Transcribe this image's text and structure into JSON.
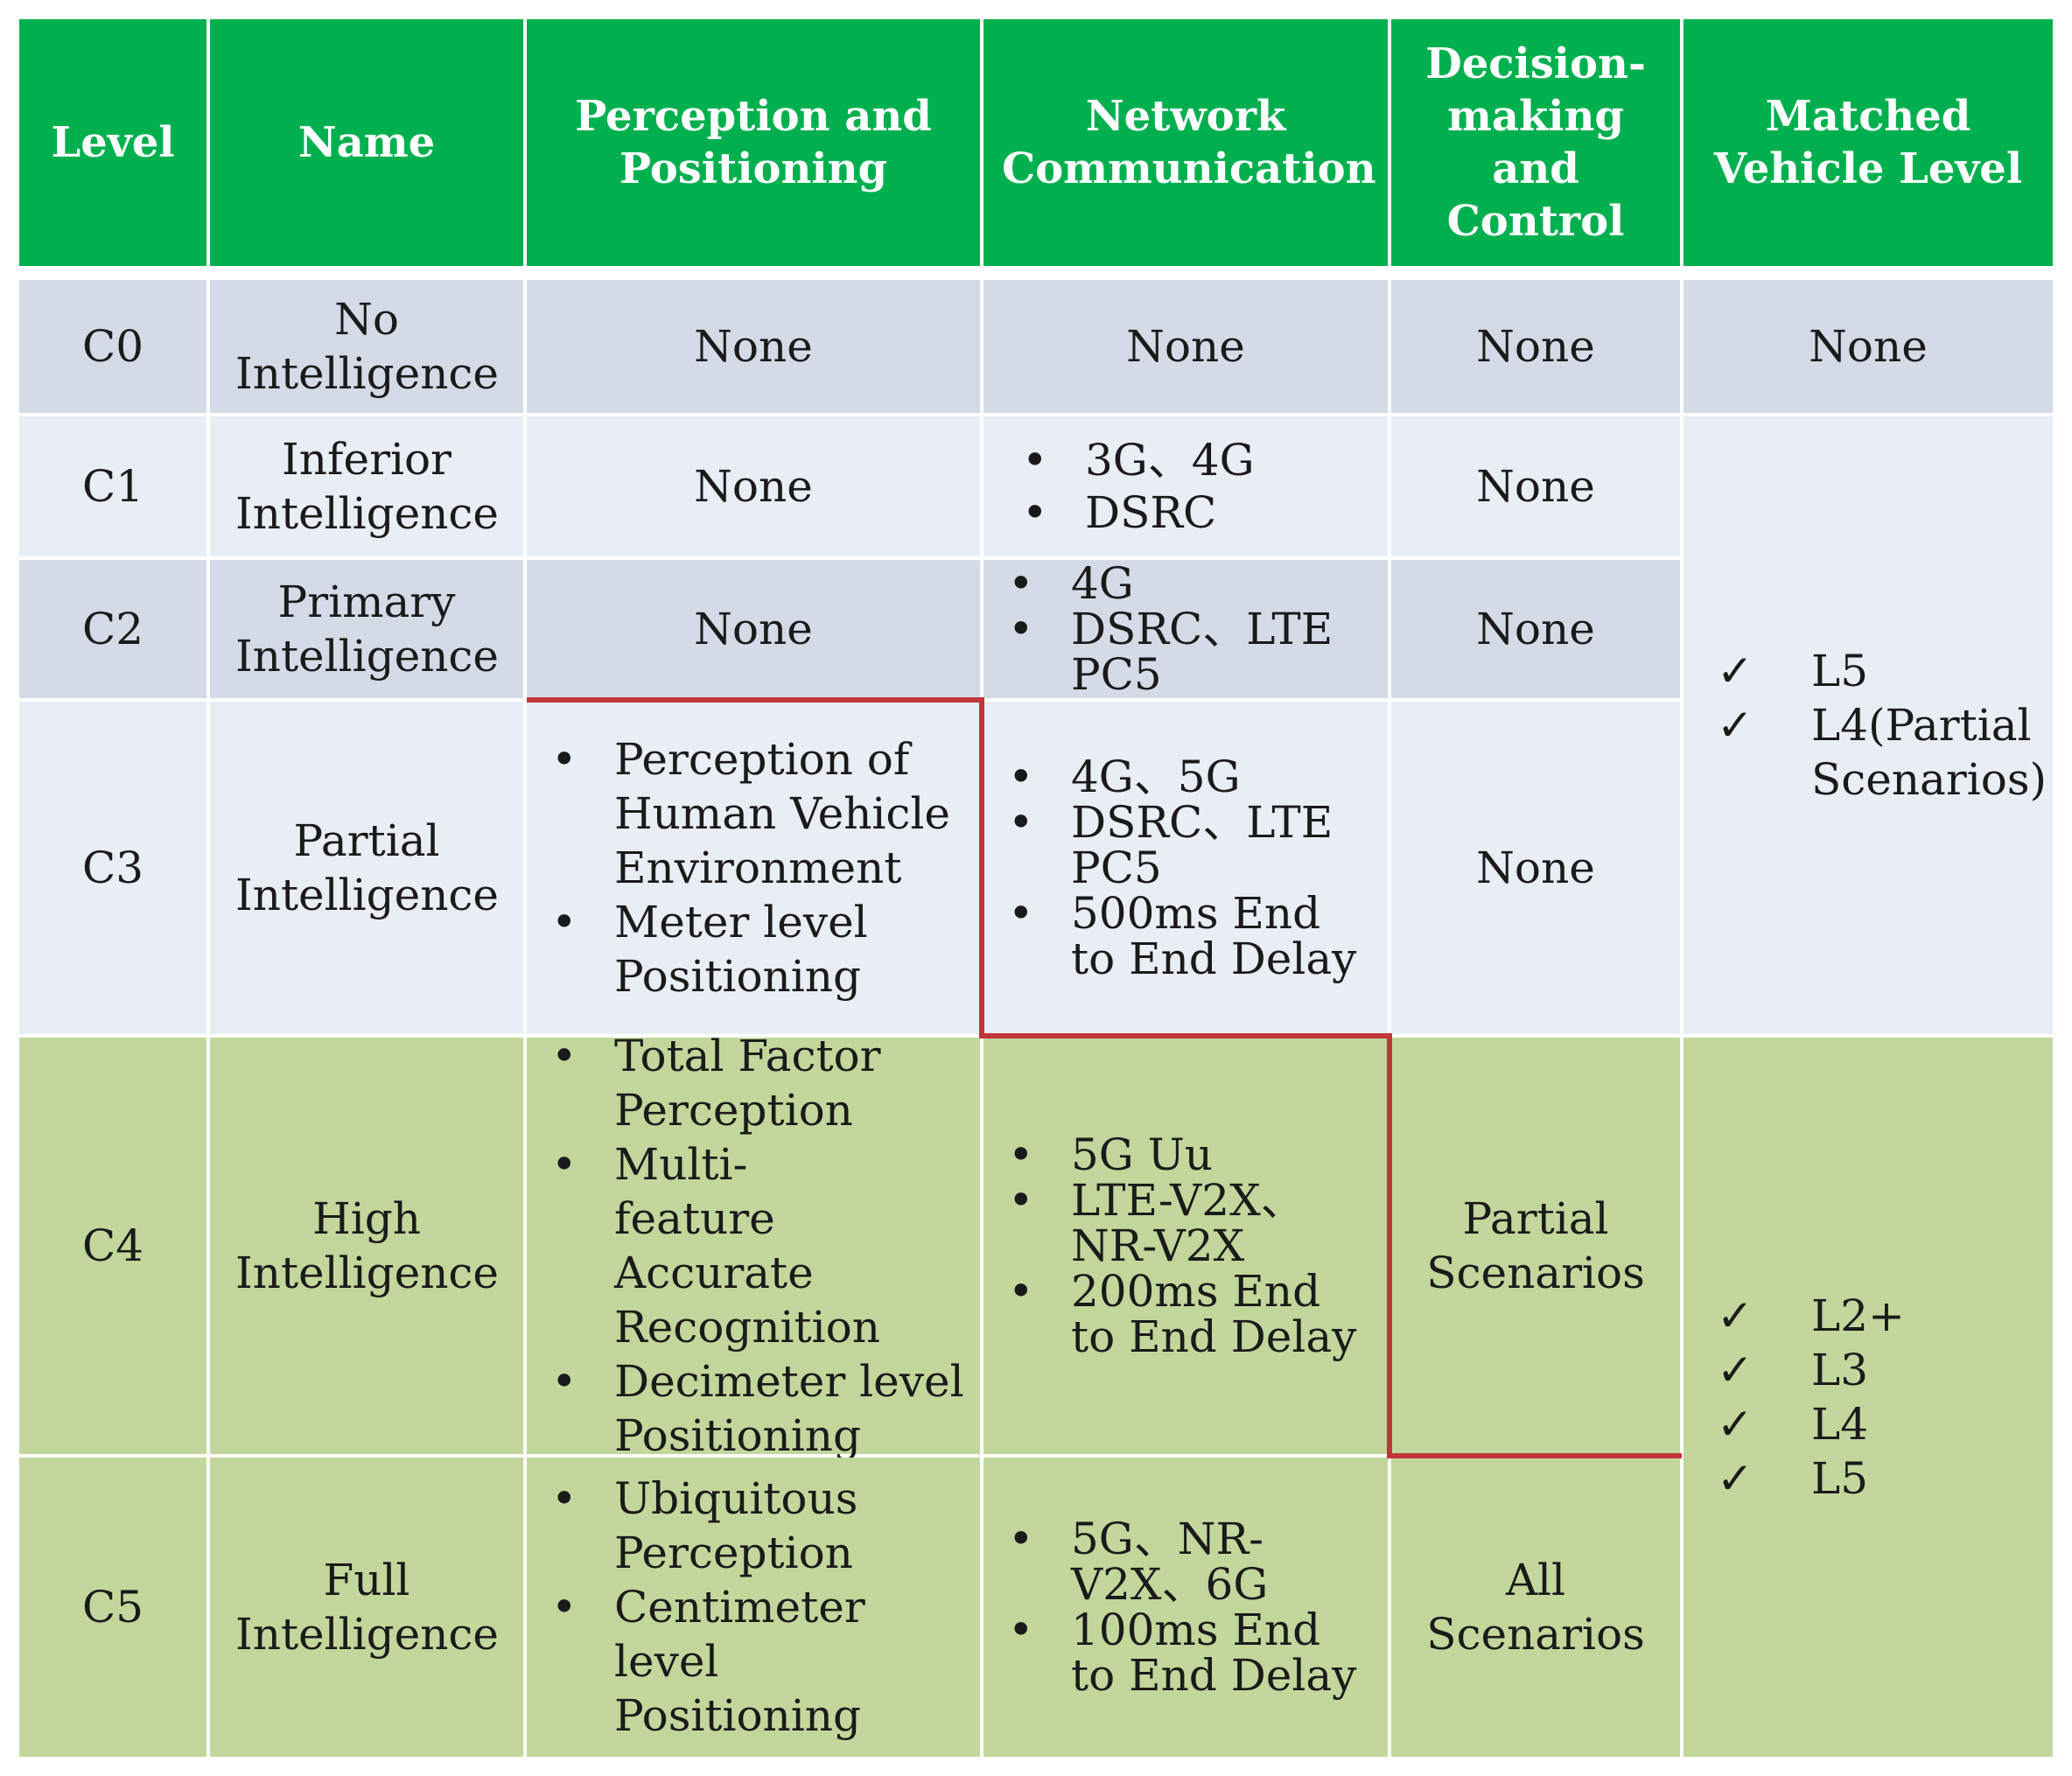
{
  "table": {
    "headers": [
      "Level",
      "Name",
      "Perception and Positioning",
      "Network Communication",
      "Decision-making and Control",
      "Matched Vehicle Level"
    ],
    "rows": [
      {
        "level": "C0",
        "name": "No Intelligence",
        "perception": "None",
        "network": "None",
        "decision": "None",
        "matched": "None"
      },
      {
        "level": "C1",
        "name": "Inferior Intelligence",
        "perception": "None",
        "network": [
          "3G、4G",
          "DSRC"
        ],
        "decision": "None"
      },
      {
        "level": "C2",
        "name": "Primary Intelligence",
        "perception": "None",
        "network": [
          "4G",
          "DSRC、LTE PC5"
        ],
        "decision": "None"
      },
      {
        "level": "C3",
        "name": "Partial Intelligence",
        "perception": [
          "Perception of Human Vehicle Environment",
          "Meter level Positioning"
        ],
        "network": [
          "4G、5G",
          "DSRC、LTE PC5",
          "500ms End to End Delay"
        ],
        "decision": "None"
      },
      {
        "level": "C4",
        "name": "High Intelligence",
        "perception": [
          "Total Factor Perception",
          "Multi-feature Accurate Recognition",
          "Decimeter level Positioning"
        ],
        "network": [
          "5G Uu",
          "LTE-V2X、NR-V2X",
          "200ms End to End Delay"
        ],
        "decision": "Partial Scenarios"
      },
      {
        "level": "C5",
        "name": "Full Intelligence",
        "perception": [
          "Ubiquitous Perception",
          "Centimeter level Positioning"
        ],
        "network": [
          "5G、NR-V2X、6G",
          "100ms End to End Delay"
        ],
        "decision": "All Scenarios"
      }
    ],
    "matched_groups": [
      {
        "rows": "C1-C3",
        "items": [
          "L5",
          "L4(Partial Scenarios)"
        ]
      },
      {
        "rows": "C4-C5",
        "items": [
          "L2+",
          "L3",
          "L4",
          "L5"
        ]
      }
    ],
    "bullet_glyph": "•",
    "check_glyph": "✓"
  },
  "colors": {
    "header_green": "#00b04f",
    "row_blue": "#d4dbe7",
    "row_light": "#e9edf4",
    "row_green": "#c3d69b",
    "boundary_red": "#c0363b"
  }
}
